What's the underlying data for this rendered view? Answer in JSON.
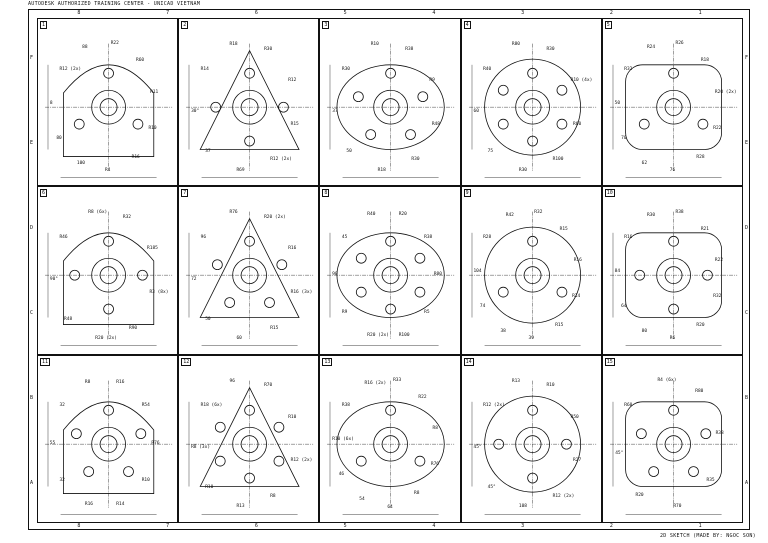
{
  "header": {
    "text": "AUTODESK AUTHORIZED TRAINING CENTER - UNICAD VIETNAM"
  },
  "footer": {
    "text": "2D SKETCH (MADE BY: NGOC SON)"
  },
  "zones": {
    "top": [
      "8",
      "7",
      "6",
      "5",
      "4",
      "3",
      "2",
      "1"
    ],
    "side": [
      "F",
      "E",
      "D",
      "C",
      "B",
      "A"
    ]
  },
  "drawings": [
    {
      "id": "1",
      "labels": [
        "R12 (2x)",
        "88",
        "R22",
        "R60",
        "R11",
        "R10",
        "R16",
        "R4",
        "100",
        "80",
        "8"
      ]
    },
    {
      "id": "2",
      "labels": [
        "R14",
        "R18",
        "R30",
        "R12",
        "R15",
        "R12 (2x)",
        "R69",
        "37",
        "30°"
      ]
    },
    {
      "id": "3",
      "labels": [
        "R30",
        "R10",
        "R38",
        "R9",
        "R48",
        "R30",
        "R18",
        "50",
        "37"
      ]
    },
    {
      "id": "4",
      "labels": [
        "R40",
        "R80",
        "R30",
        "R10 (4x)",
        "R60",
        "R100",
        "R30",
        "75",
        "60"
      ]
    },
    {
      "id": "5",
      "labels": [
        "R32",
        "R24",
        "R26",
        "R18",
        "R20 (2x)",
        "R22",
        "R28",
        "76",
        "62",
        "70",
        "50"
      ]
    },
    {
      "id": "6",
      "labels": [
        "R46",
        "R8 (6x)",
        "R32",
        "R185",
        "R3 (8x)",
        "R90",
        "R20 (2x)",
        "R48",
        "90°"
      ]
    },
    {
      "id": "7",
      "labels": [
        "96",
        "R76",
        "R20 (2x)",
        "R16",
        "R16 (3x)",
        "R15",
        "60",
        "50",
        "72"
      ]
    },
    {
      "id": "8",
      "labels": [
        "45",
        "R40",
        "R20",
        "R38",
        "R80",
        "R5",
        "R100",
        "R20 (2x)",
        "R9",
        "90"
      ]
    },
    {
      "id": "9",
      "labels": [
        "R28",
        "R42",
        "R32",
        "R15",
        "R16",
        "R14",
        "R15",
        "39",
        "38",
        "74",
        "104"
      ]
    },
    {
      "id": "10",
      "labels": [
        "R16",
        "R30",
        "R38",
        "R21",
        "R22",
        "R32",
        "R20",
        "R6",
        "80",
        "64",
        "84"
      ]
    },
    {
      "id": "11",
      "labels": [
        "32",
        "R8",
        "R16",
        "R54",
        "R76",
        "R10",
        "R14",
        "R16",
        "32",
        "55"
      ]
    },
    {
      "id": "12",
      "labels": [
        "R18 (6x)",
        "96",
        "R70",
        "R10",
        "R12 (2x)",
        "R8",
        "R13",
        "R10",
        "R8 (3x)"
      ]
    },
    {
      "id": "13",
      "labels": [
        "R38",
        "R16 (2x)",
        "R33",
        "R22",
        "R8",
        "R76",
        "R8",
        "64",
        "54",
        "46",
        "R10 (6x)"
      ]
    },
    {
      "id": "14",
      "labels": [
        "R12 (2x)",
        "R13",
        "R10",
        "R50",
        "R27",
        "R12 (2x)",
        "108",
        "45°",
        "45°"
      ]
    },
    {
      "id": "15",
      "labels": [
        "R60",
        "R4 (6x)",
        "R80",
        "R38",
        "R35",
        "R70",
        "R20",
        "45°"
      ]
    }
  ]
}
